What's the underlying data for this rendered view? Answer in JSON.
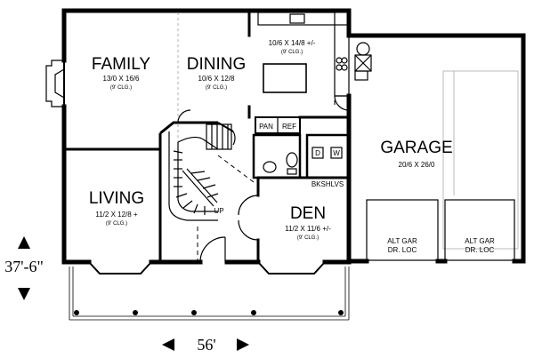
{
  "rooms": {
    "family": {
      "name": "FAMILY",
      "dims": "13/0 X 16/6",
      "ceiling": "(9' CLG.)"
    },
    "dining": {
      "name": "DINING",
      "dims": "10/6 X 12/8",
      "ceiling": "(9' CLG.)"
    },
    "kitchen": {
      "name": "",
      "dims": "10/6 X 14/8 +/-",
      "ceiling": "(9' CLG.)"
    },
    "living": {
      "name": "LIVING",
      "dims": "11/2 X 12/8 +",
      "ceiling": "(9' CLG.)"
    },
    "den": {
      "name": "DEN",
      "dims": "11/2 X 11/6 +/-",
      "ceiling": "(9' CLG.)"
    },
    "garage": {
      "name": "GARAGE",
      "dims": "20/6 X 26/0",
      "ceiling": ""
    }
  },
  "labels": {
    "pan": "PAN",
    "ref": "REF",
    "washer": "W",
    "dryer": "D",
    "bookshelves": "BKSHLVS",
    "stair_up": "UP",
    "alt_gar_1_line1": "ALT GAR",
    "alt_gar_1_line2": "DR. LOC",
    "alt_gar_2_line1": "ALT GAR",
    "alt_gar_2_line2": "DR. LOC"
  },
  "overall": {
    "depth": "37'-6\"",
    "width": "56'"
  }
}
